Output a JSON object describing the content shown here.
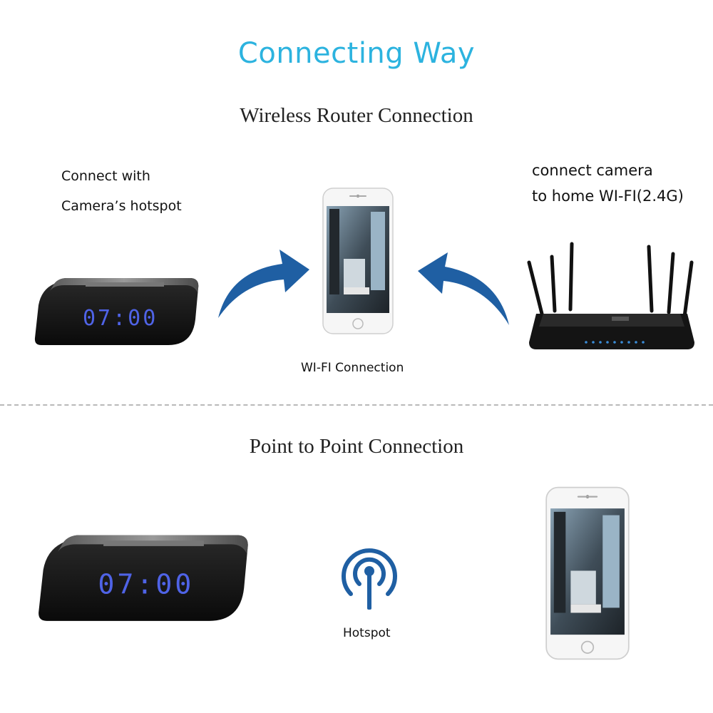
{
  "title": "Connecting Way",
  "section1": {
    "title": "Wireless Router Connection",
    "left_label_line1": "Connect with",
    "left_label_line2": "Camera’s hotspot",
    "right_label_line1": "connect camera",
    "right_label_line2": "to home WI-FI(2.4G)",
    "center_label": "WI-FI Connection",
    "clock_time": "07:00"
  },
  "section2": {
    "title": "Point to Point Connection",
    "center_label": "Hotspot",
    "clock_time": "07:00"
  },
  "colors": {
    "title": "#2cb3df",
    "arrow": "#1f5fa3",
    "hotspot_icon": "#1f5fa3",
    "clock_digits": "#4f63e6"
  }
}
